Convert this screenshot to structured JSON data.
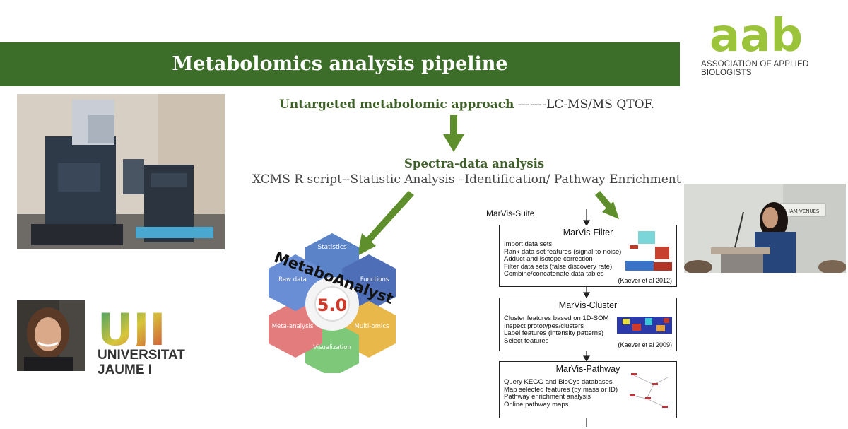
{
  "slide": {
    "title": "Metabolomics analysis pipeline",
    "colors": {
      "banner": "#3d6e29",
      "accent_text": "#3e5f27",
      "arrow": "#5f8f2c",
      "logo_green": "#9cc43a",
      "logo_dark": "#1f4f2a"
    }
  },
  "aab": {
    "logo_text": "aab",
    "subtitle": "ASSOCIATION OF APPLIED BIOLOGISTS"
  },
  "pipeline": {
    "approach_strong": "Untargeted metabolomic approach",
    "approach_rest": " -------LC-MS/MS QTOF.",
    "analysis_heading": "Spectra-data analysis",
    "analysis_steps": "XCMS R script--Statistic Analysis –Identification/ Pathway Enrichment"
  },
  "metaboanalyst": {
    "name": "MetaboAnalyst",
    "version": "5.0",
    "modules": [
      "Statistics",
      "Functions",
      "Multi-omics",
      "Visualization",
      "Meta-analysis",
      "Raw data"
    ]
  },
  "uji": {
    "logo_letters": "UJI",
    "name_line1": "UNIVERSITAT",
    "name_line2": "JAUME I"
  },
  "marvis": {
    "suite_label": "MarVis-Suite",
    "filter": {
      "title": "MarVis-Filter",
      "items": [
        "Import data sets",
        "Rank data set features (signal-to-noise)",
        "Adduct and isotope correction",
        "Filter data sets (false discovery rate)",
        "Combine/concatenate data tables"
      ],
      "citation": "(Kaever et al 2012)"
    },
    "cluster": {
      "title": "MarVis-Cluster",
      "items": [
        "Cluster features based on 1D-SOM",
        "Inspect prototypes/clusters",
        "Label features (intensity patterns)",
        "Select features"
      ],
      "citation": "(Kaever et al 2009)"
    },
    "pathway": {
      "title": "MarVis-Pathway",
      "items": [
        "Query KEGG and BioCyc databases",
        "Map selected features (by mass or ID)",
        "Pathway enrichment analysis",
        "Online pathway maps"
      ]
    }
  },
  "speaker_photo": {
    "sign_text": "NGHAM VENUES"
  },
  "icons": [
    "aab-logo",
    "uji-logo",
    "metaboanalyst-logo",
    "arrow-icons"
  ]
}
